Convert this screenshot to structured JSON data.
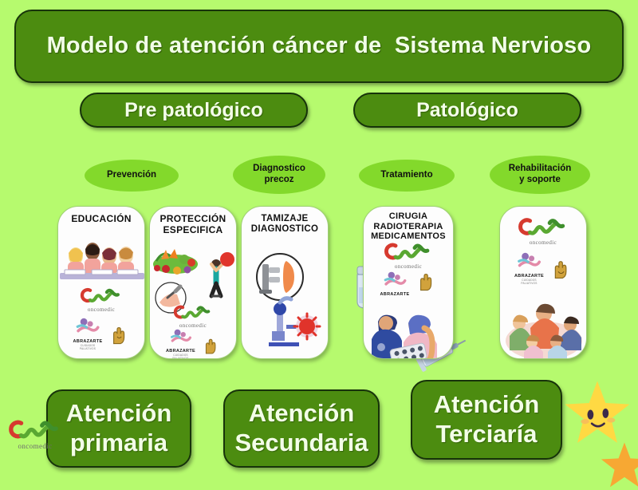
{
  "header": {
    "title": "Modelo de atención cáncer de  Sistema Nervioso"
  },
  "stages": [
    {
      "label": "Pre patológico"
    },
    {
      "label": "Patológico"
    }
  ],
  "levels": [
    {
      "label": "Prevención"
    },
    {
      "label": "Diagnostico\nprecoz"
    },
    {
      "label": "Tratamiento"
    },
    {
      "label": "Rehabilitación\ny soporte"
    }
  ],
  "cards": [
    {
      "title": "EDUCACIÓN",
      "illustration": "students-reading-illustration",
      "logos": [
        "oncomedic-logo",
        "abrazarte-logo",
        "hand-logo"
      ]
    },
    {
      "title": "PROTECCIÓN\nESPECIFICA",
      "illustration": "vegetables-exercise-vaccine-illustration",
      "logos": [
        "oncomedic-logo",
        "abrazarte-logo",
        "hand-logo"
      ]
    },
    {
      "title": "TAMIZAJE\nDIAGNOSTICO",
      "illustration": "mammography-microscope-illustration",
      "logos": []
    },
    {
      "title": "CIRUGIA\nRADIOTERAPIA\nMEDICAMENTOS",
      "illustration": "chemotherapy-patient-illustration",
      "logos": [
        "oncomedic-logo",
        "abrazarte-logo",
        "hand-logo"
      ]
    },
    {
      "title": "",
      "illustration": "group-hug-illustration",
      "logos": [
        "oncomedic-logo",
        "abrazarte-logo",
        "hand-logo"
      ]
    }
  ],
  "care_levels": [
    {
      "label": "Atención\nprimaria"
    },
    {
      "label": "Atención\nSecundaria"
    },
    {
      "label": "Atención\nTerciaría"
    }
  ],
  "brand": {
    "name": "oncomedic",
    "partner": "ABRAZARTE",
    "partner_sub": "CUIDADOS PALIATIVOS"
  },
  "decorations": {
    "star_big": "smiling-star-icon",
    "star_small": "star-icon"
  },
  "colors": {
    "background": "#b6fa6e",
    "dark_green": "#4c8c10",
    "mid_green": "#83d92b",
    "card": "#fdfdfd",
    "star_yellow": "#ffd943",
    "star_orange": "#f7a833",
    "logo_red": "#d63a2f",
    "logo_green": "#5aa832"
  }
}
